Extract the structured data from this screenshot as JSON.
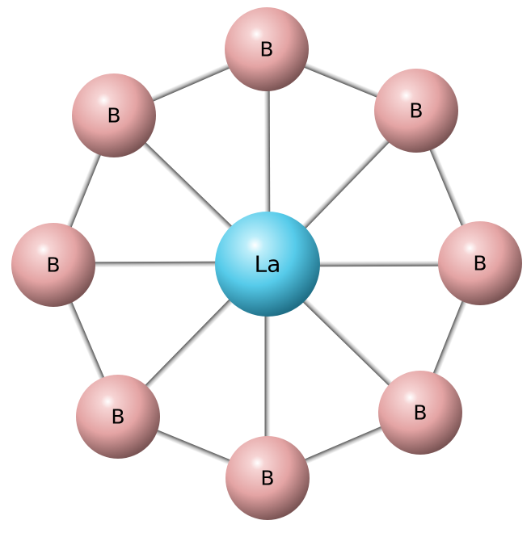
{
  "molecule": {
    "center": {
      "id": "La",
      "label": "La",
      "color": "#4fc9ea"
    },
    "ring": [
      {
        "id": "B1",
        "label": "B"
      },
      {
        "id": "B2",
        "label": "B"
      },
      {
        "id": "B3",
        "label": "B"
      },
      {
        "id": "B4",
        "label": "B"
      },
      {
        "id": "B5",
        "label": "B"
      },
      {
        "id": "B6",
        "label": "B"
      },
      {
        "id": "B7",
        "label": "B"
      },
      {
        "id": "B8",
        "label": "B"
      }
    ],
    "ring_color": "#e4a4a4",
    "bond_color": "#c8c8c8"
  }
}
